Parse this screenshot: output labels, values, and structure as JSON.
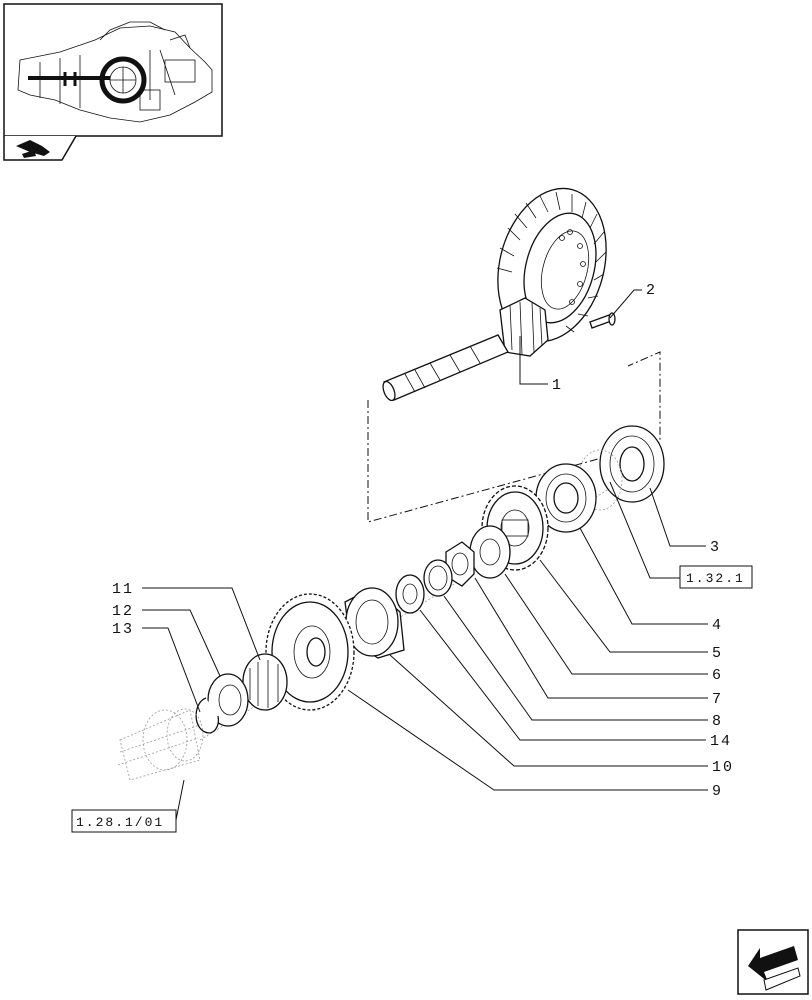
{
  "callouts": [
    {
      "id": "1",
      "text": "1"
    },
    {
      "id": "2",
      "text": "2"
    },
    {
      "id": "3",
      "text": "3"
    },
    {
      "id": "4",
      "text": "4"
    },
    {
      "id": "5",
      "text": "5"
    },
    {
      "id": "6",
      "text": "6"
    },
    {
      "id": "7",
      "text": "7"
    },
    {
      "id": "8",
      "text": "8"
    },
    {
      "id": "9",
      "text": "9"
    },
    {
      "id": "10",
      "text": "10"
    },
    {
      "id": "11",
      "text": "11"
    },
    {
      "id": "12",
      "text": "12"
    },
    {
      "id": "13",
      "text": "13"
    },
    {
      "id": "14",
      "text": "14"
    }
  ],
  "references": {
    "ref_1321": "1.32.1",
    "ref_128101": "1.28.1/01"
  },
  "icons": {
    "thumbnail": "transmission-location-thumbnail",
    "section": "tractor-section-icon",
    "nav": "back-arrow-icon"
  }
}
